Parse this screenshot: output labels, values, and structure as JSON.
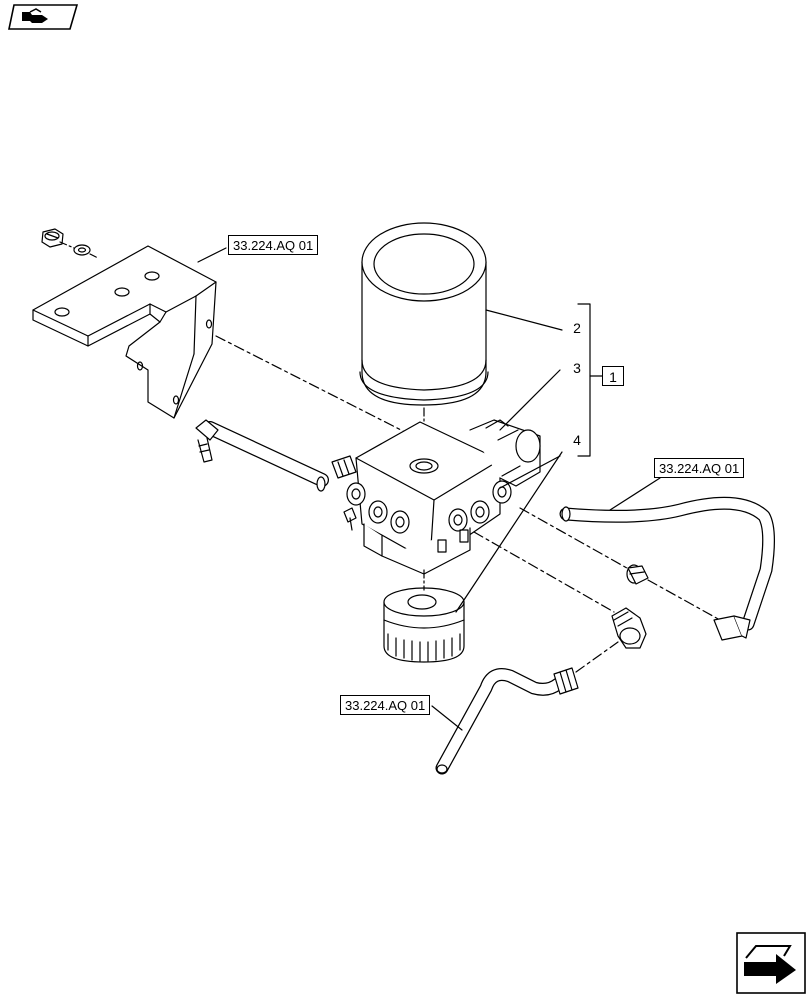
{
  "diagram": {
    "references": [
      {
        "id": "ref-bracket",
        "label": "33.224.AQ 01"
      },
      {
        "id": "ref-hose-right",
        "label": "33.224.AQ 01"
      },
      {
        "id": "ref-hose-bottom",
        "label": "33.224.AQ 01"
      }
    ],
    "callouts": [
      "2",
      "3",
      "4"
    ],
    "group_callout": "1",
    "icons": {
      "top_left": "book-arrow-icon",
      "bottom_right": "next-page-arrow-icon"
    }
  }
}
